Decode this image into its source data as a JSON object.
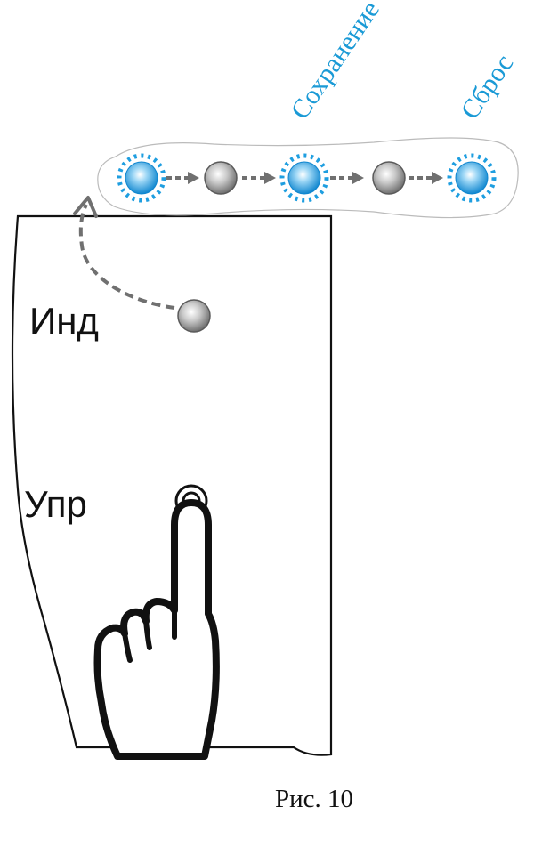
{
  "labels": {
    "indicator": "Инд",
    "control": "Упр",
    "save": "Сохранение",
    "reset": "Сброс",
    "caption": "Рис. 10"
  },
  "colors": {
    "accent_blue": "#1e9ee0",
    "label_blue": "#1a9ad6",
    "arrow_gray": "#707070",
    "outline": "#111111"
  },
  "sequence": [
    "blue-blink-icon",
    "gray-led-icon",
    "blue-blink-icon",
    "gray-led-icon",
    "blue-blink-icon"
  ]
}
